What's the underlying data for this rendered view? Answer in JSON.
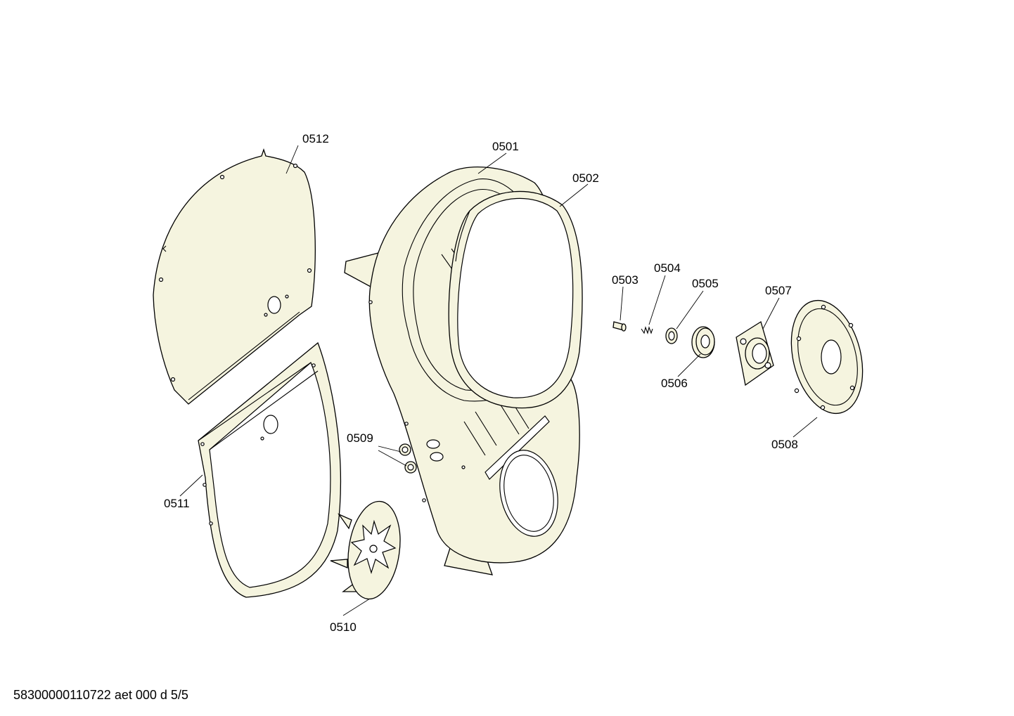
{
  "footer": {
    "document_id": "58300000110722 aet 000 d 5/5"
  },
  "parts": {
    "p0501": "0501",
    "p0502": "0502",
    "p0503": "0503",
    "p0504": "0504",
    "p0505": "0505",
    "p0506": "0506",
    "p0507": "0507",
    "p0508": "0508",
    "p0509": "0509",
    "p0510": "0510",
    "p0511": "0511",
    "p0512": "0512"
  },
  "colors": {
    "part_fill": "#f5f4df",
    "line": "#000000",
    "background": "#ffffff"
  }
}
